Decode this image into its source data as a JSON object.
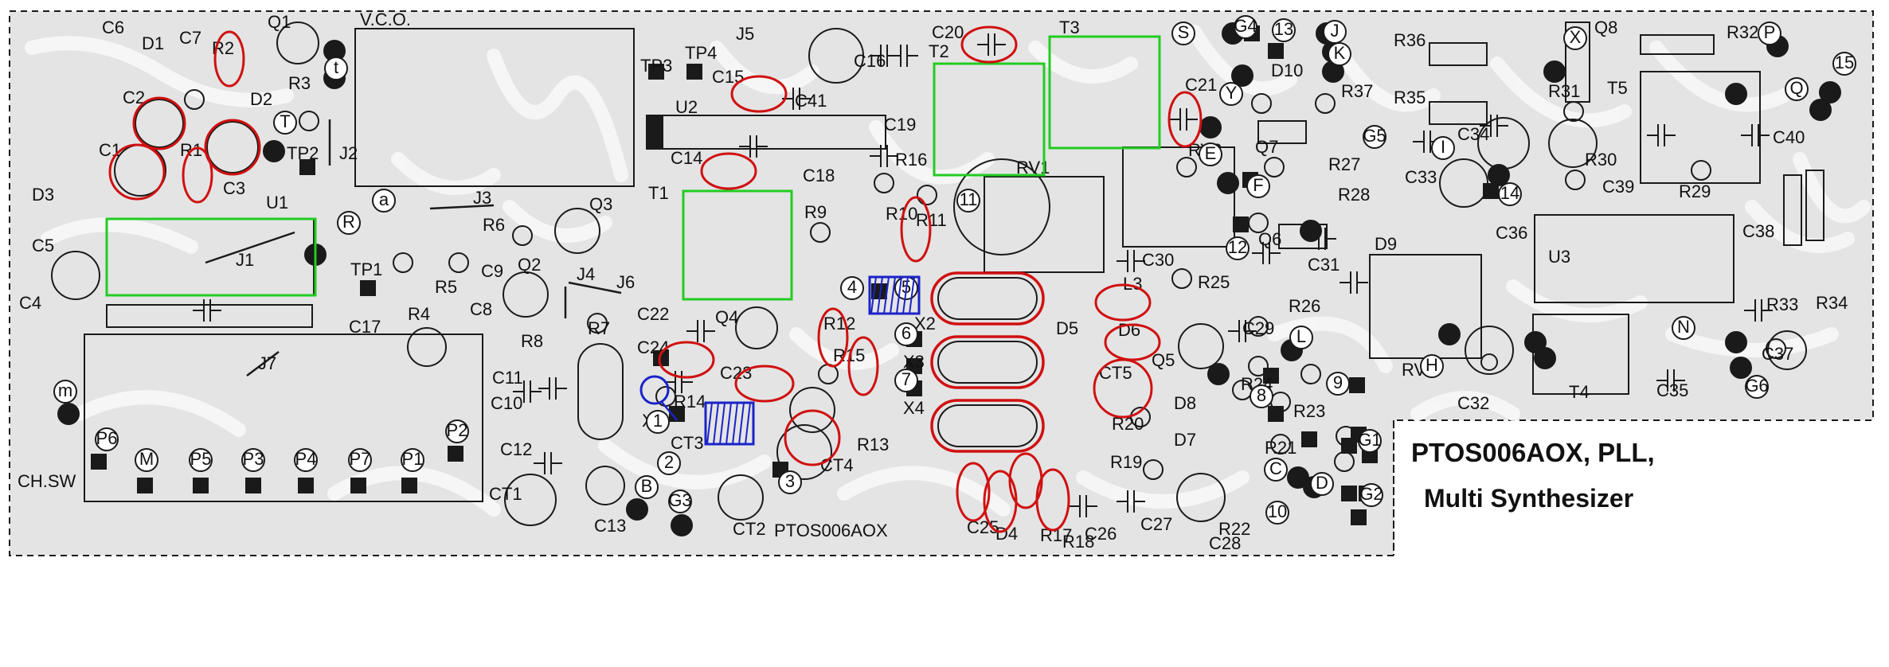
{
  "board": {
    "title_line1": "PTOS006AOX, PLL,",
    "title_line2": "Multi Synthesizer",
    "silk_code": "PTOS006AOX",
    "vco_label": "V.C.O.",
    "chsw_label": "CH.SW"
  },
  "labels": [
    "C6",
    "D1",
    "C7",
    "R2",
    "Q1",
    "D2",
    "R3",
    "C2",
    "C1",
    "R1",
    "C3",
    "TP2",
    "J2",
    "D3",
    "U1",
    "C5",
    "J1",
    "C4",
    "TP1",
    "C17",
    "J7",
    "TP3",
    "TP4",
    "J5",
    "C15",
    "C16",
    "C41",
    "C19",
    "C20",
    "T2",
    "T3",
    "U2",
    "C14",
    "C18",
    "R16",
    "T1",
    "R9",
    "R10",
    "R11",
    "J3",
    "R6",
    "Q3",
    "Q2",
    "C9",
    "R5",
    "R4",
    "C8",
    "J4",
    "J6",
    "R7",
    "R8",
    "C22",
    "Q4",
    "C24",
    "C23",
    "R12",
    "R15",
    "C11",
    "C10",
    "C12",
    "CT1",
    "R14",
    "X1",
    "CT3",
    "CT2",
    "C13",
    "R13",
    "CT4",
    "X2",
    "X3",
    "X4",
    "C25",
    "D4",
    "R17",
    "R18",
    "C26",
    "RV1",
    "L3",
    "D5",
    "D6",
    "CT5",
    "Q5",
    "R20",
    "D8",
    "R19",
    "C27",
    "D7",
    "C28",
    "R22",
    "R21",
    "R23",
    "R24",
    "C29",
    "R26",
    "R25",
    "C30",
    "C31",
    "Q6",
    "Q7",
    "R27",
    "R28",
    "R37",
    "D10",
    "RV2",
    "C21",
    "C33",
    "C36",
    "D9",
    "RV3",
    "U3",
    "C32",
    "T4",
    "C37",
    "C35",
    "C34",
    "R30",
    "C39",
    "R29",
    "R31",
    "R35",
    "R36",
    "Q8",
    "R32",
    "T5",
    "C40",
    "C38",
    "R33",
    "R34"
  ],
  "pads": [
    "a",
    "t",
    "T",
    "R",
    "S",
    "G4",
    "13",
    "J",
    "K",
    "E",
    "F",
    "Y",
    "G5",
    "I",
    "11",
    "12",
    "14",
    "4",
    "5",
    "6",
    "7",
    "8",
    "9",
    "10",
    "B",
    "G3",
    "2",
    "3",
    "1",
    "N",
    "H",
    "G6",
    "L",
    "C",
    "D",
    "G1",
    "G2",
    "Q",
    "P",
    "15",
    "X",
    "m",
    "P6",
    "M",
    "P5",
    "P3",
    "P4",
    "P7",
    "P1",
    "P2"
  ],
  "colors": {
    "board": "#e4e4e4",
    "trace": "#f7f7f7",
    "ink": "#1a1a1a",
    "mark_red": "#d01010",
    "mark_green": "#22cc22",
    "mark_blue": "#1a23c8"
  }
}
